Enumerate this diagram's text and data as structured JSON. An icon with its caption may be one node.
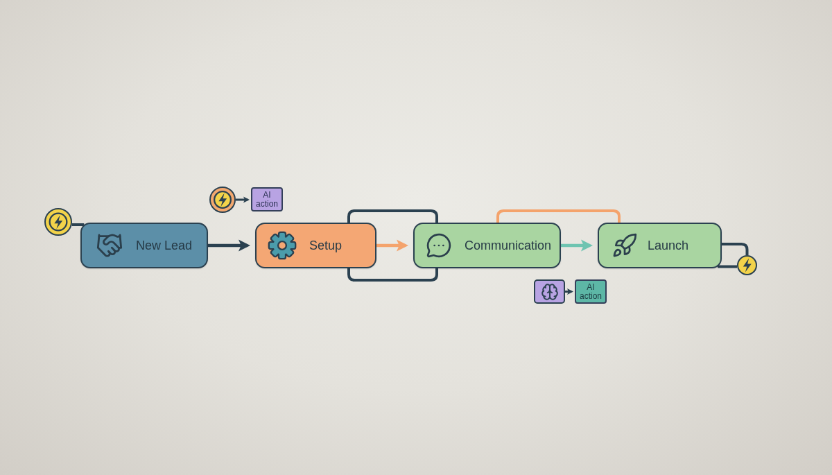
{
  "diagram": {
    "nodes": [
      {
        "text": [],
        "shape": "circle"
      },
      {
        "text": [
          "New Lead"
        ]
      },
      {
        "text": [
          "Setup"
        ]
      },
      {
        "text": [
          "Communication"
        ]
      },
      {
        "text": [
          "Launch"
        ]
      },
      {
        "text": [],
        "shape": "circle"
      },
      {
        "text": [
          "AI action"
        ]
      },
      {
        "text": [],
        "shape": "box"
      },
      {
        "text": [
          "AI action"
        ]
      },
      {
        "text": [],
        "shape": "circle"
      }
    ],
    "edges": [
      {
        "from": 0,
        "to": 1,
        "arrow": "none"
      },
      {
        "from": 1,
        "to": 2,
        "arrow": "to"
      },
      {
        "from": 2,
        "to": 3,
        "arrow": "to",
        "color": "#f4a36c"
      },
      {
        "from": 3,
        "to": 4,
        "arrow": "to",
        "color": "#6ec4b1"
      },
      {
        "from": 2,
        "to": 3,
        "arrow": "none"
      },
      {
        "from": 2,
        "to": 3,
        "arrow": "none"
      },
      {
        "from": 3,
        "to": 4,
        "arrow": "none",
        "color": "#f4a36c"
      },
      {
        "from": 4,
        "to": 9,
        "arrow": "none"
      },
      {
        "from": 4,
        "to": 9,
        "arrow": "none"
      },
      {
        "from": 5,
        "to": 6,
        "arrow": "to"
      },
      {
        "from": 7,
        "to": 8,
        "arrow": "to"
      }
    ]
  }
}
